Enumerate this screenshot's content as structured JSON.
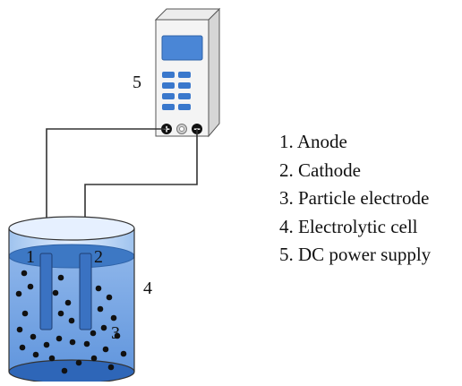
{
  "diagram": {
    "labels": {
      "anode_num": "1",
      "cathode_num": "2",
      "particle_num": "3",
      "cell_num": "4",
      "supply_num": "5"
    },
    "legend": [
      "1. Anode",
      "2. Cathode",
      "3. Particle electrode",
      "4. Electrolytic cell",
      "5. DC power supply"
    ],
    "terminal_positive": "+",
    "terminal_negative": "−",
    "colors": {
      "device_body": "#f2f2f2",
      "device_side": "#d6d6d6",
      "display": "#4a86d6",
      "keys": "#3a78cc",
      "water": "#5a93dc",
      "water_surface": "#3d78c4",
      "electrode": "#3a72c2",
      "particle": "#111111",
      "wire": "#333333"
    }
  }
}
